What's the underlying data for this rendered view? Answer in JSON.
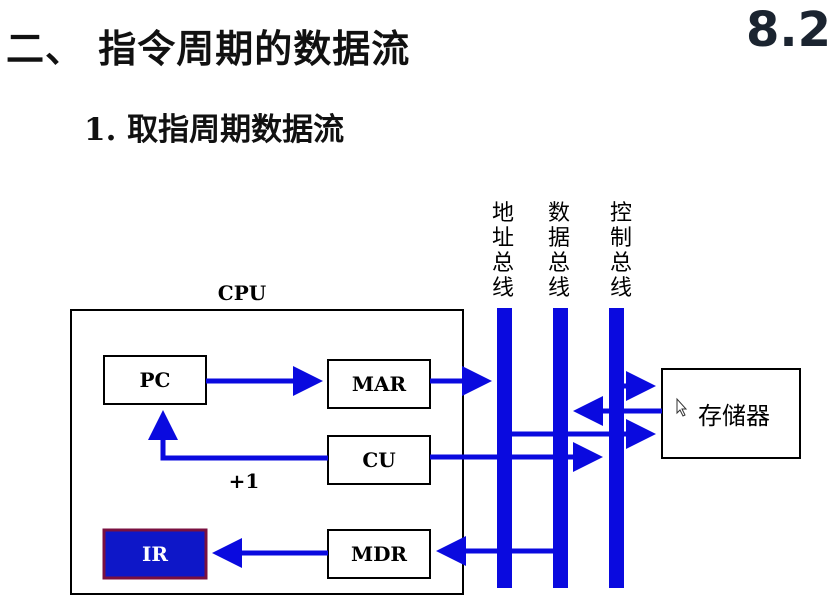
{
  "header": {
    "title": "二、 指令周期的数据流",
    "page_number": "8.2",
    "subtitle_number": "1.",
    "subtitle_text": "取指周期数据流"
  },
  "diagram": {
    "cpu_label": "CPU",
    "registers": {
      "pc": "PC",
      "mar": "MAR",
      "cu": "CU",
      "mdr": "MDR",
      "ir": "IR"
    },
    "increment_label": "+1",
    "memory_label": "存储器",
    "buses": {
      "address": [
        "地",
        "址",
        "总",
        "线"
      ],
      "data": [
        "数",
        "据",
        "总",
        "线"
      ],
      "control": [
        "控",
        "制",
        "总",
        "线"
      ]
    },
    "colors": {
      "arrow": "#0a0adf",
      "ir_fill": "#0e17c8",
      "ir_border": "#7a1040"
    }
  }
}
